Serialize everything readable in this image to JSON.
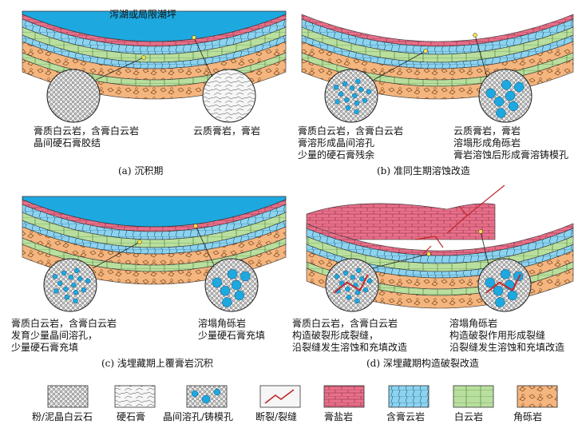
{
  "panels": [
    {
      "caption": "(a) 沉积期",
      "water_label": "泻湖或局限潮坪",
      "left_desc": [
        "膏质白云岩，含膏白云岩",
        "晶间硬石膏胶结"
      ],
      "right_desc": [
        "云质膏岩，膏岩"
      ]
    },
    {
      "caption": "(b) 准同生期溶蚀改造",
      "left_desc": [
        "膏质白云岩，含膏白云岩",
        "膏溶形成晶间溶孔",
        "少量的硬石膏残余"
      ],
      "right_desc": [
        "云质膏岩，膏岩",
        "溶塌形成角砾岩",
        "膏岩溶蚀后形成膏溶铸模孔"
      ]
    },
    {
      "caption": "(c) 浅埋藏期上覆膏岩沉积",
      "left_desc": [
        "膏质白云岩，含膏白云岩",
        "发育少量晶间溶孔，",
        "少量硬石膏充填"
      ],
      "right_desc": [
        "溶塌角砾岩",
        "少量硬石膏充填"
      ]
    },
    {
      "caption": "(d) 深埋藏期构造破裂改造",
      "left_desc": [
        "膏质白云岩，含膏白云岩",
        "构造破裂形成裂缝，",
        "沿裂缝发生溶蚀和充填改造"
      ],
      "right_desc": [
        "溶塌角砾岩",
        "构造破裂作用形成裂缝",
        "沿裂缝发生溶蚀和充填改造"
      ]
    }
  ],
  "legend": [
    {
      "label": "粉/泥晶白云石"
    },
    {
      "label": "硬石膏"
    },
    {
      "label": "晶间溶孔/铸模孔"
    },
    {
      "label": "断裂/裂缝"
    },
    {
      "label": "膏盐岩"
    },
    {
      "label": "含膏云岩"
    },
    {
      "label": "白云岩"
    },
    {
      "label": "角砾岩"
    }
  ],
  "colors": {
    "water": "#1ea8e0",
    "salt": "#e8708a",
    "gypsum_dolomite": "#8dd3ee",
    "dolomite": "#b9df9e",
    "breccia": "#f4b57e",
    "fracture": "#c0282a",
    "pore": "#1ea8e0"
  }
}
